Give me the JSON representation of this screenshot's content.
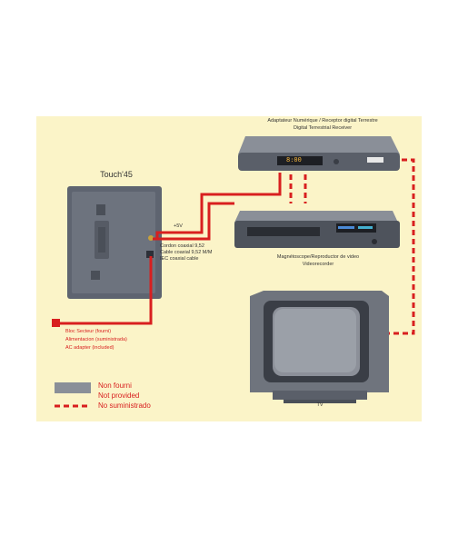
{
  "device": {
    "name": "Touch'45"
  },
  "receiver": {
    "label_line1": "Adaptateur Numérique / Receptor digital Terrestre",
    "label_line2": "Digital Terrestrial Receiver",
    "display": "8:00"
  },
  "vcr": {
    "label_line1": "Magnétoscope/Reproductor de video",
    "label_line2": "Videorecorder"
  },
  "tv": {
    "label": "TV"
  },
  "power": {
    "voltage": "+5V"
  },
  "coax": {
    "line1": "Cordon coaxial 9,52",
    "line2": "Cable coaxial 9,52 M/M",
    "line3": "IEC coaxial cable"
  },
  "adapter": {
    "line1": "Bloc Secteur (fourni)",
    "line2": "Alimentacion (suministrada)",
    "line3": "AC adapter (included)"
  },
  "legend": {
    "line1": "Non fourni",
    "line2": "Not provided",
    "line3": "No suministrado"
  },
  "colors": {
    "background": "#fbf4c8",
    "cable": "#d81f1f",
    "device": "#7a7e86"
  }
}
